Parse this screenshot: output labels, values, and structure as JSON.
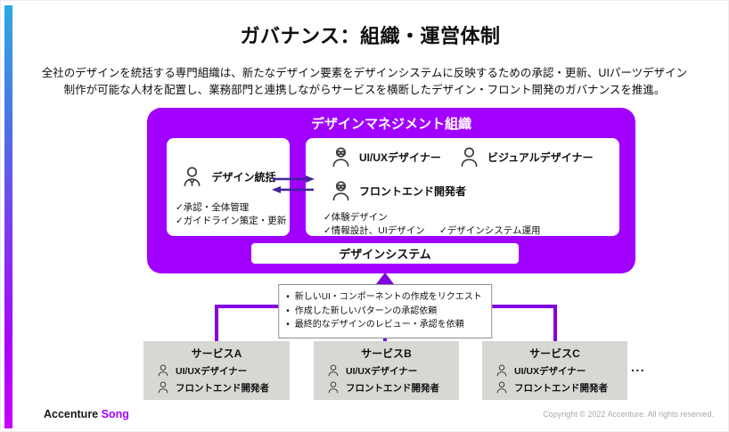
{
  "page": {
    "title": "ガバナンス：組織・運営体制",
    "description_line1": "全社のデザインを統括する専門組織は、新たなデザイン要素をデザインシステムに反映するための承認・更新、UIパーツデザイン",
    "description_line2": "制作が可能な人材を配置し、業務部門と連携しながらサービスを横断したデザイン・フロント開発のガバナンスを推進。"
  },
  "org": {
    "title": "デザインマネジメント組織",
    "lead": {
      "role": "デザイン統括",
      "tasks": [
        "✓承認・全体管理",
        "✓ガイドライン策定・更新"
      ]
    },
    "team": {
      "members": [
        "UI/UXデザイナー",
        "ビジュアルデザイナー",
        "フロントエンド開発者"
      ],
      "tasks_left": [
        "✓体験デザイン",
        "✓情報設計、UIデザイン"
      ],
      "task_right": "✓デザインシステム運用"
    },
    "design_system_label": "デザインシステム"
  },
  "requests": {
    "items": [
      "新しいUI・コンポーネントの作成をリクエスト",
      "作成した新しいパターンの承認依頼",
      "最終的なデザインのレビュー・承認を依頼"
    ]
  },
  "services": [
    {
      "name": "サービスA",
      "members": [
        "UI/UXデザイナー",
        "フロントエンド開発者"
      ]
    },
    {
      "name": "サービスB",
      "members": [
        "UI/UXデザイナー",
        "フロントエンド開発者"
      ]
    },
    {
      "name": "サービスC",
      "members": [
        "UI/UXデザイナー",
        "フロントエンド開発者"
      ]
    }
  ],
  "ellipsis": "...",
  "footer": {
    "brand_accenture": "Accenture",
    "brand_song": "Song",
    "copyright": "Copyright © 2022 Accenture. All rights reserved."
  },
  "colors": {
    "accent_purple": "#A100FF",
    "connector_purple": "#8300E0",
    "swap_arrow_dark_purple": "#41239B",
    "service_box_gray": "#D7D7D4",
    "gradient_bar_top": "#2EA9E2",
    "gradient_bar_bottom": "#C600FF",
    "copyright_gray": "#A8A8A8"
  }
}
